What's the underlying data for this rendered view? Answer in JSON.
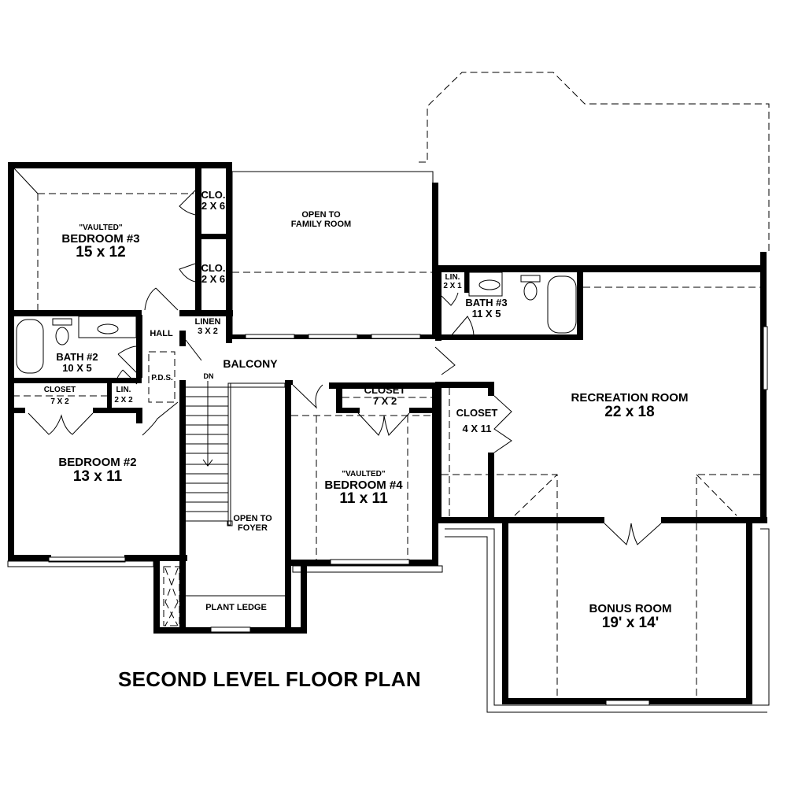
{
  "title": "SECOND LEVEL FLOOR PLAN",
  "rooms": {
    "bedroom3": {
      "note": "\"VAULTED\"",
      "name": "BEDROOM #3",
      "dim": "15 x 12"
    },
    "clo1": {
      "name": "CLO.",
      "dim": "2 X 6"
    },
    "clo2": {
      "name": "CLO.",
      "dim": "2 X 6"
    },
    "open_family": {
      "name": "OPEN TO",
      "dim": "FAMILY ROOM"
    },
    "linen1": {
      "name": "LINEN",
      "dim": "3 X 2"
    },
    "hall": {
      "name": "HALL"
    },
    "pds": {
      "name": "P.D.S."
    },
    "bath2": {
      "name": "BATH #2",
      "dim": "10 X 5"
    },
    "closet_b2": {
      "name": "CLOSET",
      "dim": "7 X 2"
    },
    "lin2": {
      "name": "LIN.",
      "dim": "2 X 2"
    },
    "bedroom2": {
      "name": "BEDROOM #2",
      "dim": "13 x 11"
    },
    "balcony": {
      "name": "BALCONY"
    },
    "stairs_dn": {
      "name": "DN"
    },
    "open_foyer": {
      "name": "OPEN TO",
      "dim": "FOYER"
    },
    "plant_ledge": {
      "name": "PLANT LEDGE"
    },
    "closet_b4": {
      "name": "CLOSET",
      "dim": "7 X 2"
    },
    "bedroom4": {
      "note": "\"VAULTED\"",
      "name": "BEDROOM #4",
      "dim": "11 x 11"
    },
    "lin3": {
      "name": "LIN.",
      "dim": "2 X 1"
    },
    "bath3": {
      "name": "BATH #3",
      "dim": "11 X 5"
    },
    "closet_rec": {
      "name": "CLOSET",
      "dim": "4 X 11"
    },
    "recreation": {
      "name": "RECREATION ROOM",
      "dim": "22 x 18"
    },
    "bonus": {
      "name": "BONUS ROOM",
      "dim": "19' x 14'"
    }
  },
  "colors": {
    "ink": "#000000",
    "paper": "#ffffff"
  }
}
